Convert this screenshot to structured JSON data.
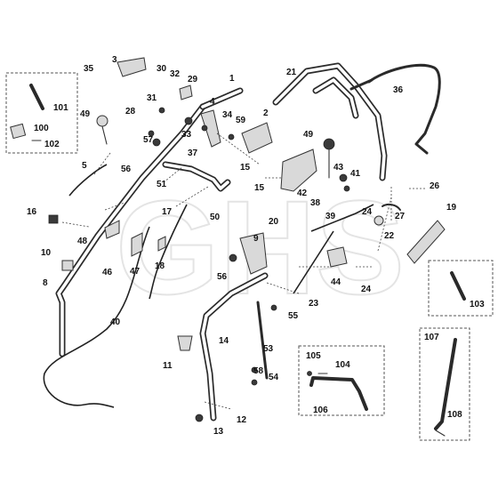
{
  "watermark": "GHS",
  "callouts": {
    "c1": "1",
    "c2": "2",
    "c3": "3",
    "c4": "4",
    "c5": "5",
    "c8": "8",
    "c9": "9",
    "c10": "10",
    "c11": "11",
    "c12": "12",
    "c13": "13",
    "c14": "14",
    "c15a": "15",
    "c15b": "15",
    "c16": "16",
    "c17": "17",
    "c18": "18",
    "c19": "19",
    "c20": "20",
    "c21": "21",
    "c22": "22",
    "c23": "23",
    "c24a": "24",
    "c24b": "24",
    "c26": "26",
    "c27": "27",
    "c28": "28",
    "c29": "29",
    "c30": "30",
    "c31": "31",
    "c32": "32",
    "c33": "33",
    "c34": "34",
    "c35": "35",
    "c36": "36",
    "c37": "37",
    "c38": "38",
    "c39": "39",
    "c40": "40",
    "c41": "41",
    "c42": "42",
    "c43": "43",
    "c44": "44",
    "c46": "46",
    "c47": "47",
    "c48": "48",
    "c49a": "49",
    "c49b": "49",
    "c50": "50",
    "c51": "51",
    "c53": "53",
    "c54": "54",
    "c55": "55",
    "c56a": "56",
    "c56b": "56",
    "c57": "57",
    "c58": "58",
    "c59": "59",
    "c100": "100",
    "c101": "101",
    "c102": "102",
    "c103": "103",
    "c104": "104",
    "c105": "105",
    "c106": "106",
    "c107": "107",
    "c108": "108"
  }
}
